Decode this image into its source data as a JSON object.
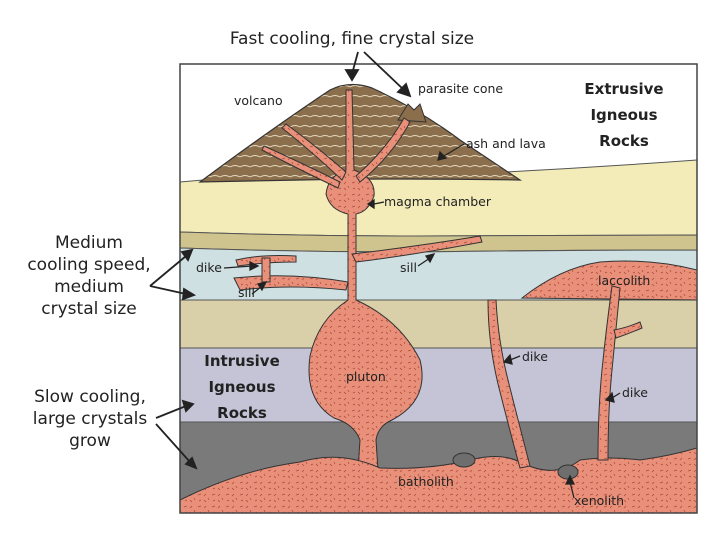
{
  "heading": "Fast cooling, fine crystal size",
  "side_notes": {
    "medium": [
      "Medium",
      "cooling speed,",
      "medium",
      "crystal size"
    ],
    "slow": [
      "Slow cooling,",
      "large crystals",
      "grow"
    ]
  },
  "titles": {
    "extrusive": [
      "Extrusive",
      "Igneous",
      "Rocks"
    ],
    "intrusive": [
      "Intrusive",
      "Igneous",
      "Rocks"
    ]
  },
  "labels": {
    "volcano": "volcano",
    "parasite_cone": "parasite cone",
    "ash_and_lava": "ash and lava",
    "magma_chamber": "magma chamber",
    "dike_left": "dike",
    "sill_left": "sill",
    "sill_right": "sill",
    "laccolith": "laccolith",
    "pluton": "pluton",
    "dike_middle": "dike",
    "dike_right": "dike",
    "batholith": "batholith",
    "xenolith": "xenolith"
  },
  "colors": {
    "magma": "#e8907a",
    "magma_speckle": "#b04a3a",
    "volcano": "#8b6e4c",
    "layer_cream": "#f3ecb8",
    "layer_olive": "#cfc48e",
    "layer_light_blue": "#cfe0e3",
    "layer_tan": "#d9cfa8",
    "layer_lavender": "#c4c4d6",
    "layer_dark_gray": "#7a7a7a",
    "sky": "#ffffff",
    "outline": "#333333"
  }
}
